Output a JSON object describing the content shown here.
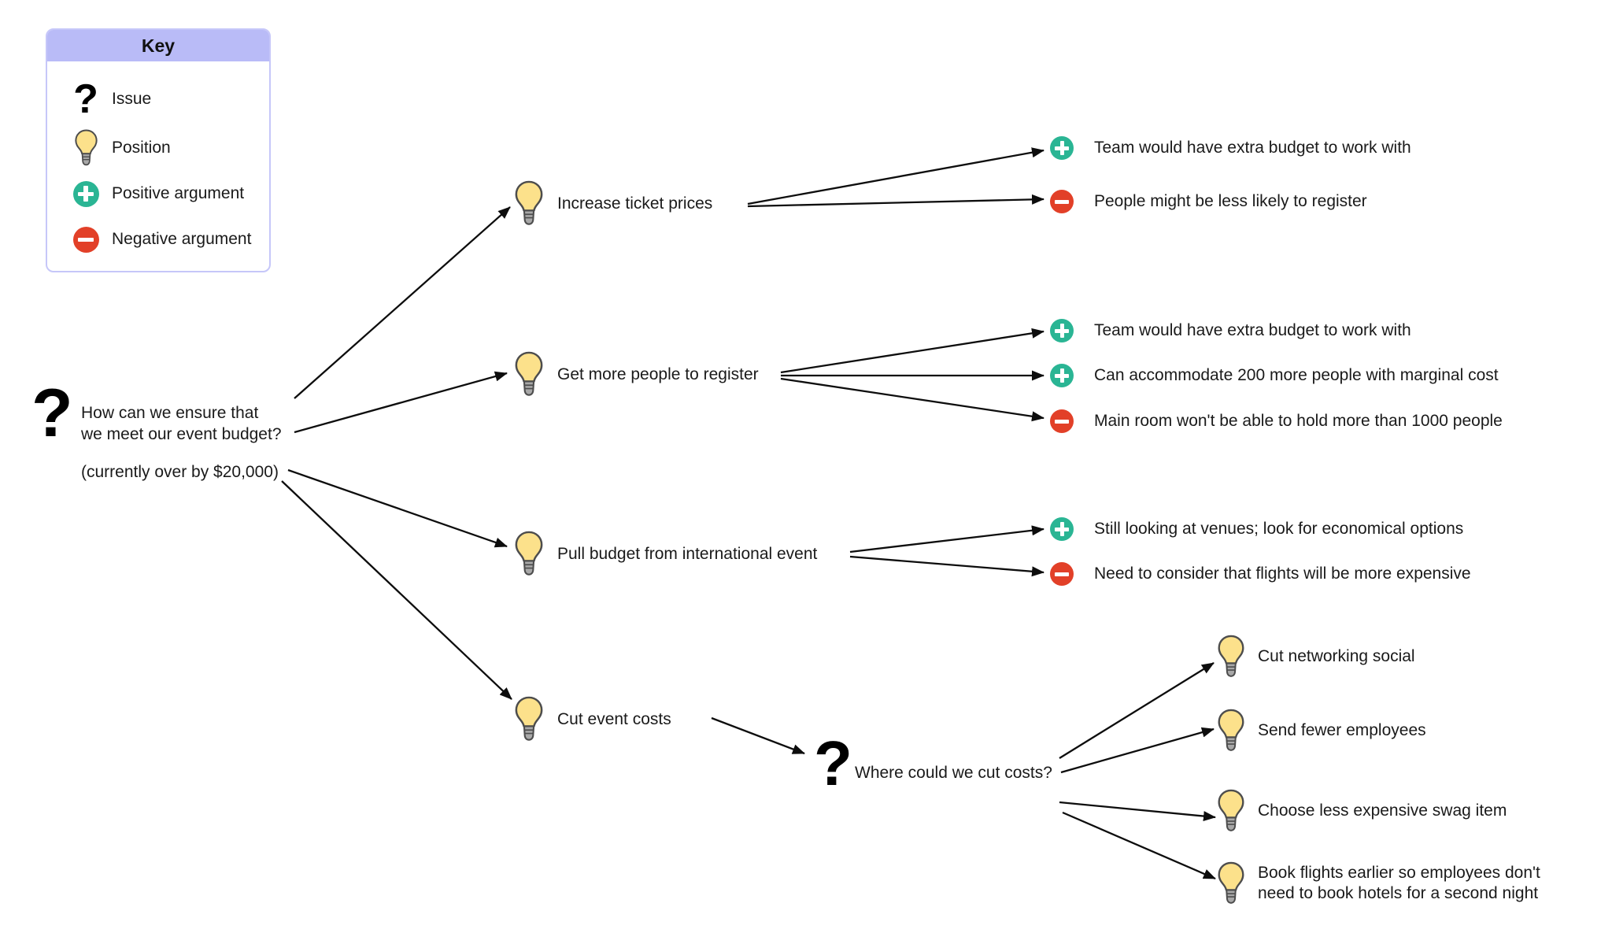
{
  "key": {
    "title": "Key",
    "items": [
      {
        "icon": "question-mark",
        "glyph": "?",
        "label": "Issue"
      },
      {
        "icon": "lightbulb",
        "label": "Position"
      },
      {
        "icon": "plus-circle",
        "label": "Positive argument"
      },
      {
        "icon": "minus-circle",
        "label": "Negative argument"
      }
    ]
  },
  "root_issue": {
    "glyph": "?",
    "text": "How can we ensure that\nwe meet our event budget?",
    "note": "(currently over by $20,000)"
  },
  "positions": [
    {
      "label": "Increase ticket prices"
    },
    {
      "label": "Get more people to register"
    },
    {
      "label": "Pull budget from international event"
    },
    {
      "label": "Cut event costs"
    }
  ],
  "arguments": {
    "increase_ticket_prices": [
      {
        "type": "positive",
        "label": "Team would have extra budget to work with"
      },
      {
        "type": "negative",
        "label": "People might be less likely to register"
      }
    ],
    "get_more_people": [
      {
        "type": "positive",
        "label": "Team would have extra budget to work with"
      },
      {
        "type": "positive",
        "label": "Can accommodate 200 more people with marginal cost"
      },
      {
        "type": "negative",
        "label": "Main room won't be able to hold more than 1000 people"
      }
    ],
    "pull_budget": [
      {
        "type": "positive",
        "label": "Still looking at venues; look for economical options"
      },
      {
        "type": "negative",
        "label": "Need to consider that flights will be more expensive"
      }
    ]
  },
  "sub_issue": {
    "glyph": "?",
    "label": "Where could we cut costs?"
  },
  "sub_positions": [
    {
      "label": "Cut networking social"
    },
    {
      "label": "Send fewer employees"
    },
    {
      "label": "Choose less expensive swag item"
    },
    {
      "label": "Book flights earlier so employees don't\nneed to book hotels for a second night"
    }
  ],
  "colors": {
    "positive": "#2ab594",
    "negative": "#e24028",
    "bulb": "#fce18b",
    "bulb_base": "#a8a8a8",
    "bulb_stroke": "#4d4d4d",
    "key_header": "#b9bbf7",
    "key_border": "#c6c7f9",
    "arrow": "#0d0d0d",
    "text": "#1a1a1a"
  }
}
